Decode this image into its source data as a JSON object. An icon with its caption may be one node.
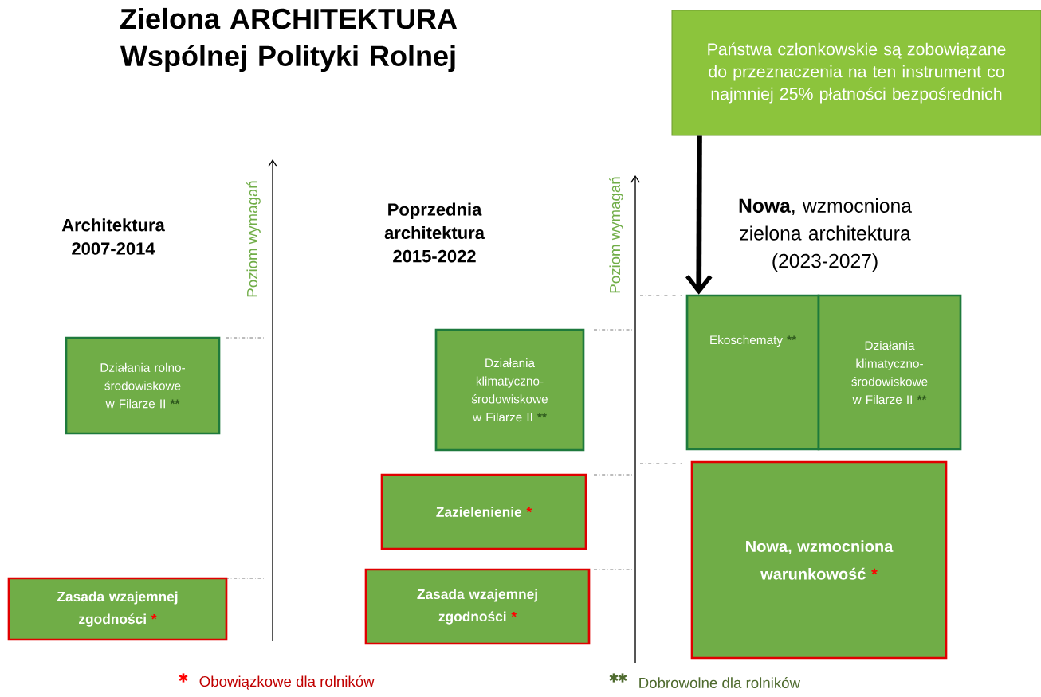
{
  "diagram": {
    "title": "Zielona ARCHITEKTURA Wspólnej Polityki Rolnej",
    "nodes": [
      {
        "text": [
          "Państwa członkowskie są zobowiązane do przeznaczenia na ten instrument co najmniej 25% płatności bezpośrednich"
        ]
      },
      {
        "text": [
          "Działania rolno-środowiskowe w Filarze II",
          "**"
        ]
      },
      {
        "text": [
          "Zasada wzajemnej zgodności",
          "*"
        ]
      },
      {
        "text": [
          "Działania klimatyczno-środowiskowe w Filarze II",
          "**"
        ]
      },
      {
        "text": [
          "Zazielenienie",
          "*"
        ]
      },
      {
        "text": [
          "Zasada wzajemnej zgodności",
          "*"
        ]
      },
      {
        "text": [
          "Ekoschematy",
          "**"
        ]
      },
      {
        "text": [
          "Działania klimatyczno-środowiskowe w Filarze II",
          "**"
        ]
      },
      {
        "text": [
          "Nowa, wzmocniona warunkowość",
          "*"
        ]
      }
    ],
    "edges": [
      {
        "from": 0,
        "to": 6,
        "arrow": "to"
      }
    ],
    "labels": [
      "Architektura 2007-2014",
      "Poziom wymagań",
      "Poprzednia architektura 2015-2022",
      "Poziom wymagań",
      "**Nowa**, wzmocniona zielona architektura (2023-2027)"
    ],
    "legend": [
      {
        "text": "Obowiązkowe dla rolników"
      },
      {
        "text": "Dobrowolne dla rolników"
      }
    ]
  }
}
